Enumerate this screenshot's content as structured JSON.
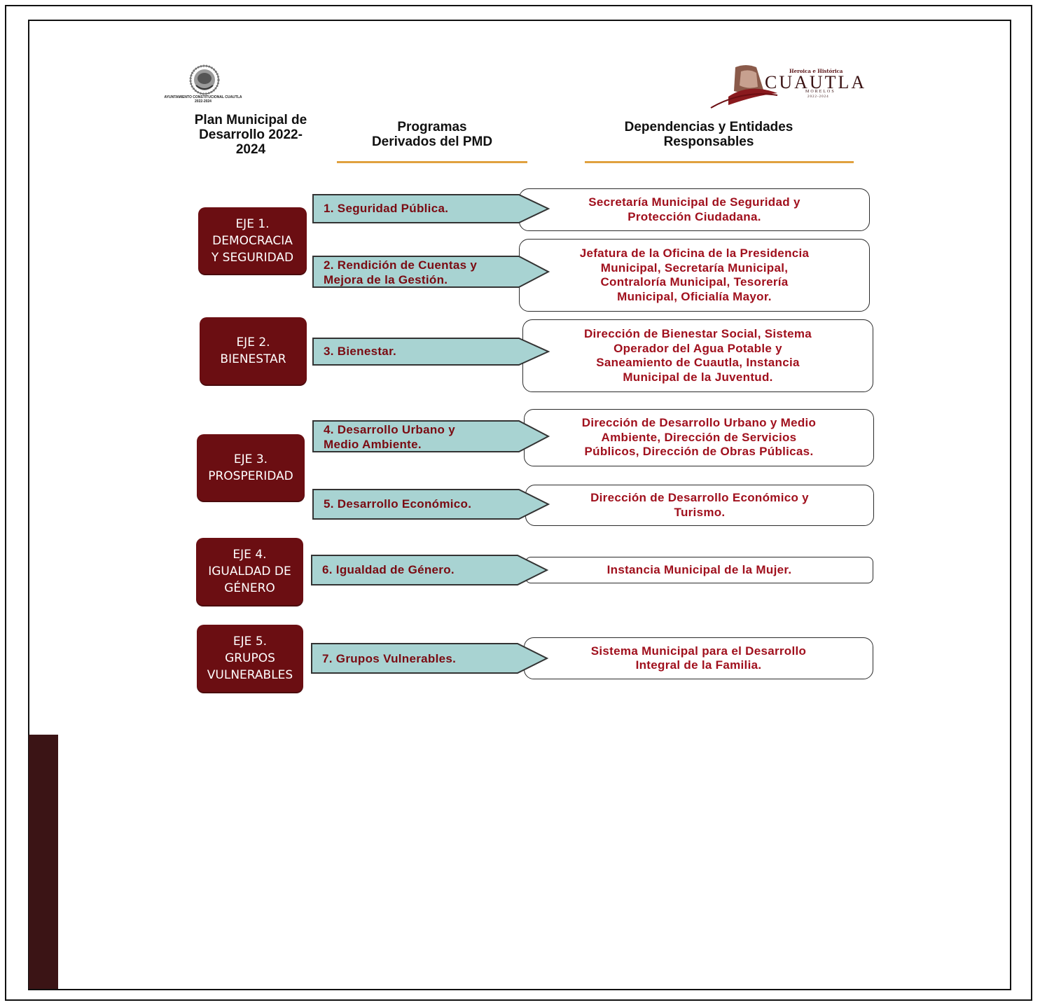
{
  "header": {
    "emblem_caption": "AYUNTAMIENTO CONSTITUCIONAL CUAUTLA 2022-2024",
    "brand_top": "Heroica e Histórica",
    "brand_name": "CUAUTLA",
    "brand_sub": "MORELOS",
    "brand_years": "2022-2024",
    "col1_title": "Plan Municipal de\nDesarrollo 2022-\n2024",
    "col2_title": "Programas\nDerivados del PMD",
    "col3_title": "Dependencias y Entidades\nResponsables"
  },
  "colors": {
    "eje": "#6b0e12",
    "arrow": "#a8d3d2",
    "text_red": "#a0101d",
    "rule": "#e0a13f",
    "sidebar": "#3b1415"
  },
  "ejes": [
    {
      "label": "EJE 1.\nDEMOCRACIA\nY SEGURIDAD"
    },
    {
      "label": "EJE 2.\nBIENESTAR"
    },
    {
      "label": "EJE 3.\nPROSPERIDAD"
    },
    {
      "label": "EJE 4.\nIGUALDAD DE\nGÉNERO"
    },
    {
      "label": "EJE 5.\nGRUPOS\nVULNERABLES"
    }
  ],
  "programas": [
    {
      "label": "1. Seguridad Pública."
    },
    {
      "label": "2. Rendición de Cuentas y\nMejora de la Gestión."
    },
    {
      "label": "3. Bienestar."
    },
    {
      "label": "4. Desarrollo Urbano y\nMedio Ambiente."
    },
    {
      "label": "5. Desarrollo Económico."
    },
    {
      "label": "6. Igualdad de Género."
    },
    {
      "label": "7. Grupos Vulnerables."
    }
  ],
  "responsables": [
    {
      "label": "Secretaría Municipal de Seguridad y\nProtección Ciudadana."
    },
    {
      "label": "Jefatura de la Oficina de la Presidencia\nMunicipal, Secretaría Municipal,\nContraloría Municipal, Tesorería\nMunicipal, Oficialía Mayor."
    },
    {
      "label": "Dirección de Bienestar Social, Sistema\nOperador del Agua Potable y\nSaneamiento de Cuautla, Instancia\nMunicipal de la Juventud."
    },
    {
      "label": "Dirección de Desarrollo Urbano y Medio\nAmbiente, Dirección de Servicios\nPúblicos, Dirección de Obras Públicas."
    },
    {
      "label": "Dirección de Desarrollo Económico y\nTurismo."
    },
    {
      "label": "Instancia Municipal de la Mujer."
    },
    {
      "label": "Sistema Municipal para el Desarrollo\nIntegral de la Familia."
    }
  ]
}
